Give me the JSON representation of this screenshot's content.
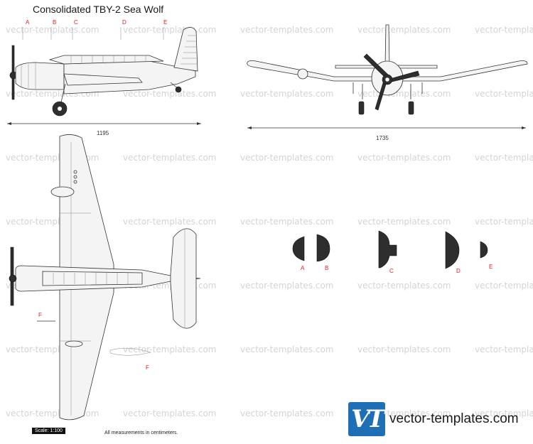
{
  "title": "Consolidated TBY-2 Sea Wolf",
  "watermark": "vector-templates.com",
  "dimensions": {
    "side_length": "1195",
    "front_span": "1735"
  },
  "section_labels": [
    "A",
    "B",
    "C",
    "D",
    "E"
  ],
  "section_label_f": "F",
  "scale": "Scale: 1:100",
  "note": "All measurements in centimeters.",
  "logo": {
    "mark": "VT",
    "text": "vector-templates.com",
    "color": "#1e6fb6"
  },
  "colors": {
    "section_red": "#e02020",
    "line": "#333333",
    "watermark": "#d4d4d4"
  }
}
